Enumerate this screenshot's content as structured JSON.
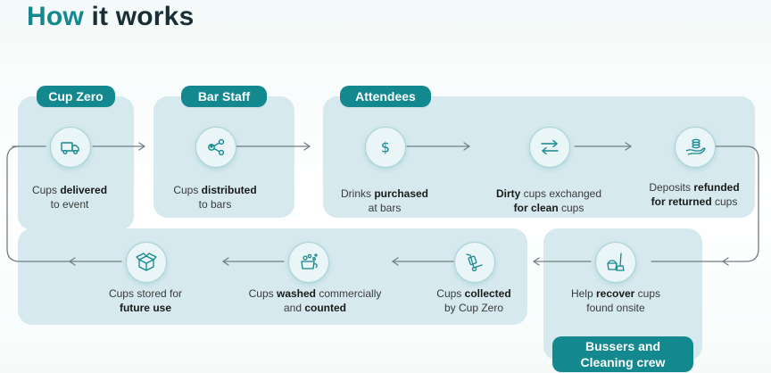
{
  "title": {
    "accent": "How",
    "rest": "it works"
  },
  "groups": {
    "cup_zero": "Cup Zero",
    "bar_staff": "Bar Staff",
    "attendees": "Attendees",
    "bussers_line1": "Bussers and",
    "bussers_line2": "Cleaning crew"
  },
  "steps": {
    "delivered": {
      "pre": "Cups ",
      "bold": "delivered",
      "post": "",
      "line2": "to event"
    },
    "distributed": {
      "pre": "Cups ",
      "bold": "distributed",
      "post": "",
      "line2": "to bars"
    },
    "purchased": {
      "pre": "Drinks ",
      "bold": "purchased",
      "post": "",
      "line2": "at bars"
    },
    "exchanged": {
      "bold": "Dirty",
      "post": " cups exchanged",
      "line2_bold": "for clean",
      "line2_post": " cups"
    },
    "refunded": {
      "pre": "Deposits ",
      "bold": "refunded",
      "line2_bold": "for returned",
      "line2_post": " cups"
    },
    "recover": {
      "pre": "Help ",
      "bold": "recover",
      "post": " cups",
      "line2": "found onsite"
    },
    "collected": {
      "pre": "Cups ",
      "bold": "collected",
      "line2": "by Cup Zero"
    },
    "washed": {
      "pre": "Cups ",
      "bold": "washed",
      "post": " commercially",
      "line2_pre": "and ",
      "line2_bold": "counted"
    },
    "stored": {
      "pre": "Cups stored for",
      "line2_bold": "future use"
    }
  },
  "icons": [
    "truck-icon",
    "share-icon",
    "dollar-icon",
    "exchange-icon",
    "hand-coins-icon",
    "broom-bucket-icon",
    "hand-truck-icon",
    "washing-icon",
    "box-icon"
  ],
  "colors": {
    "accent": "#13888f",
    "panel": "#d6e9ee",
    "line": "#6f7f86"
  }
}
